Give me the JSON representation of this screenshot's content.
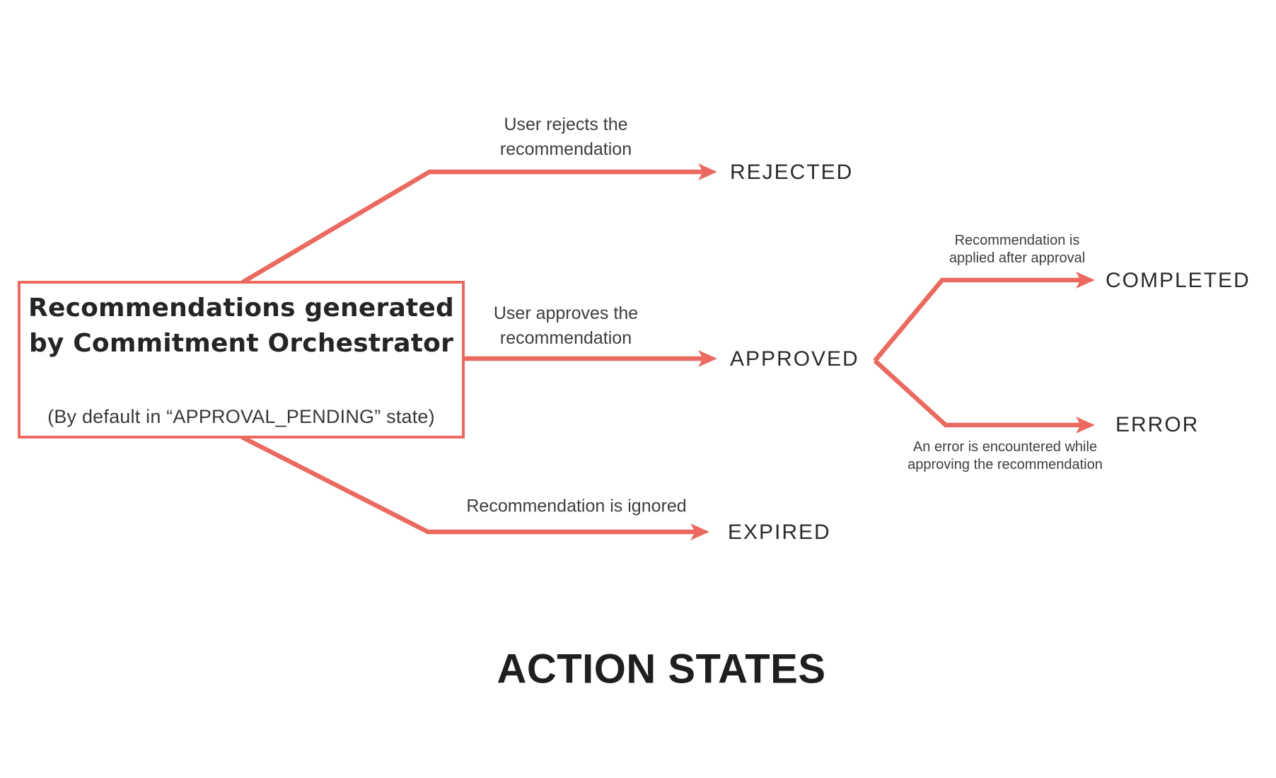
{
  "colors": {
    "arrow_red": "#EA6A60",
    "background": "#FFFFFF",
    "box_title_text": "#252525",
    "box_subtitle_text": "#383838",
    "state_label_text": "#2B2B2B",
    "annotation_text": "#3E3E3E",
    "caption_text": "#1F1F1F"
  },
  "source_box": {
    "title_line1": "Recommendations generated",
    "title_line2": "by Commitment Orchestrator",
    "subtitle": "(By default in “APPROVAL_PENDING” state)"
  },
  "states": {
    "rejected": {
      "label": "REJECTED"
    },
    "approved": {
      "label": "APPROVED"
    },
    "completed": {
      "label": "COMPLETED"
    },
    "error": {
      "label": "ERROR"
    },
    "expired": {
      "label": "EXPIRED"
    }
  },
  "transitions": {
    "reject": {
      "lines": [
        "User rejects the",
        "recommendation"
      ]
    },
    "approve": {
      "lines": [
        "User approves the",
        "recommendation"
      ]
    },
    "complete": {
      "lines": [
        "Recommendation is",
        "applied after approval"
      ]
    },
    "error": {
      "lines": [
        "An error is encountered while",
        "approving the recommendation"
      ]
    },
    "expire": {
      "lines": [
        "Recommendation is ignored"
      ]
    }
  },
  "caption": "ACTION STATES"
}
